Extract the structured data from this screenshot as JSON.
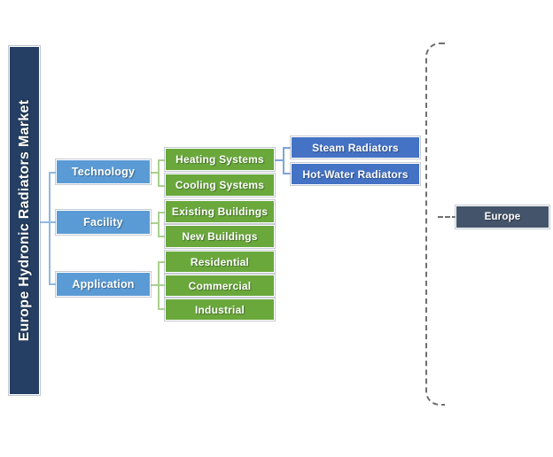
{
  "diagram": {
    "title": "Europe Hydronic Radiators Market",
    "colors": {
      "root": "#243f63",
      "level1": "#5b9bd5",
      "level2": "#6aa83c",
      "level3": "#4472c4",
      "region": "#44546a",
      "background": "#ffffff",
      "connector_level1": "#8fb9e0",
      "connector_level2": "#a9d08e",
      "connector_level3": "#7da3dd",
      "region_bracket": "#6f6f6f"
    },
    "level1": [
      {
        "label": "Technology"
      },
      {
        "label": "Facility"
      },
      {
        "label": "Application"
      }
    ],
    "level2": {
      "technology": [
        {
          "label": "Heating Systems"
        },
        {
          "label": "Cooling Systems"
        }
      ],
      "facility": [
        {
          "label": "Existing Buildings"
        },
        {
          "label": "New Buildings"
        }
      ],
      "application": [
        {
          "label": "Residential"
        },
        {
          "label": "Commercial"
        },
        {
          "label": "Industrial"
        }
      ]
    },
    "level3": {
      "heating_systems": [
        {
          "label": "Steam Radiators"
        },
        {
          "label": "Hot-Water Radiators"
        }
      ]
    },
    "region": {
      "label": "Europe"
    }
  }
}
